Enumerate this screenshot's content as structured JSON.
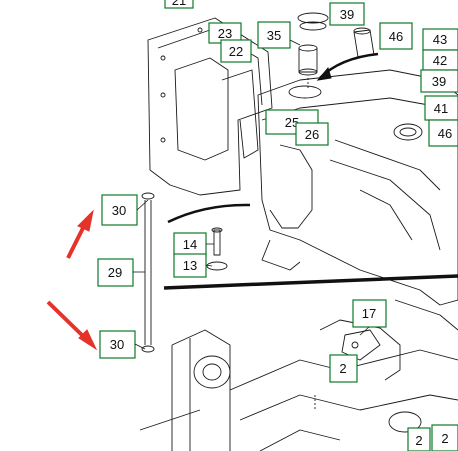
{
  "callouts": [
    "21",
    "39",
    "46",
    "23",
    "22",
    "35",
    "43",
    "42",
    "39",
    "41",
    "25",
    "26",
    "46",
    "30",
    "14",
    "13",
    "29",
    "30",
    "17",
    "2",
    "2",
    "2"
  ],
  "colors": {
    "box": "#0f7a2a",
    "arrow": "#e5332a",
    "line": "#1a1a1a"
  }
}
